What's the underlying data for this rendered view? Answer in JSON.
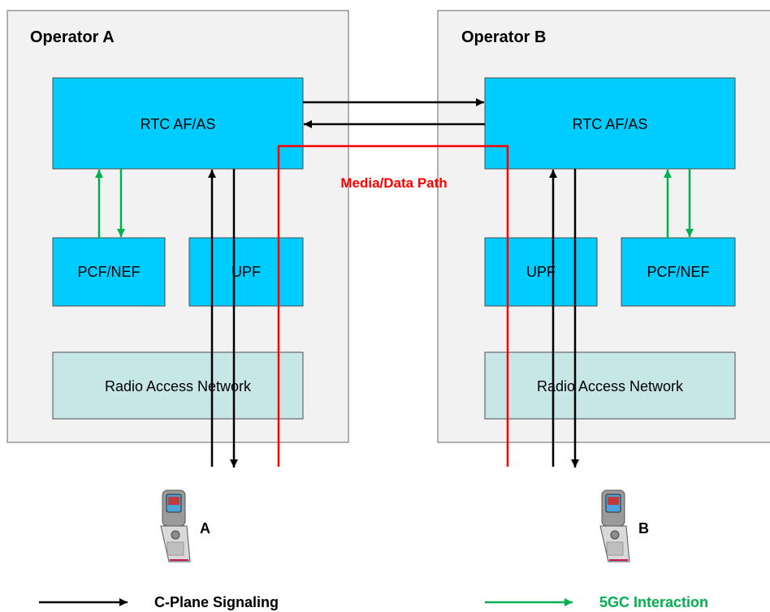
{
  "operators": [
    {
      "title": "Operator A",
      "af_label": "RTC AF/AS",
      "pcf_label": "PCF/NEF",
      "upf_label": "UPF",
      "ran_label": "Radio Access Network",
      "ue_label": "A"
    },
    {
      "title": "Operator B",
      "af_label": "RTC AF/AS",
      "pcf_label": "PCF/NEF",
      "upf_label": "UPF",
      "ran_label": "Radio Access Network",
      "ue_label": "B"
    }
  ],
  "media_path_label": "Media/Data Path",
  "legend": {
    "signaling_label": "C-Plane Signaling",
    "interaction_label": "5GC Interaction"
  },
  "colors": {
    "operator_bg": "#f2f2f2",
    "box_blue": "#00ccff",
    "ran_bg": "#c7e6e6",
    "signaling": "#000000",
    "interaction": "#00b050",
    "media": "#ff0000"
  }
}
